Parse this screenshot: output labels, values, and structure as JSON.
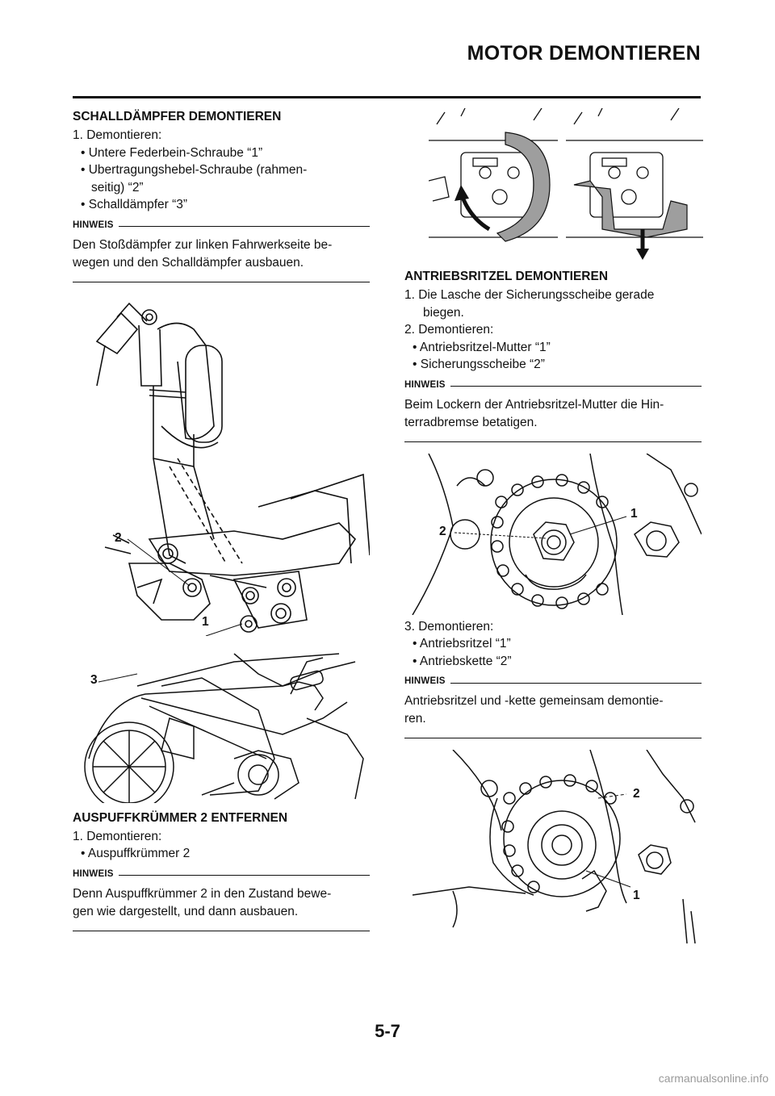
{
  "header": {
    "title": "MOTOR DEMONTIEREN"
  },
  "left": {
    "sec1": {
      "title": "SCHALLDÄMPFER DEMONTIEREN",
      "step1": "1.  Demontieren:",
      "b1": "• Untere Federbein-Schraube “1”",
      "b2a": "• Ubertragungshebel-Schraube (rahmen-",
      "b2b": "seitig)  “2”",
      "b3": "• Schalldämpfer “3”",
      "hinweis": "HINWEIS",
      "note1": "Den Stoßdämpfer zur linken Fahrwerkseite be-",
      "note2": "wegen und den Schalldämpfer ausbauen."
    },
    "fig1": {
      "c2": "2",
      "c1": "1"
    },
    "fig2": {
      "c3": "3"
    },
    "sec2": {
      "title": "AUSPUFFKRÜMMER 2 ENTFERNEN",
      "step1": "1.  Demontieren:",
      "b1": "• Auspuffkrümmer 2",
      "hinweis": "HINWEIS",
      "note1": "Denn Auspuffkrümmer 2 in den Zustand bewe-",
      "note2": "gen wie dargestellt, und dann ausbauen."
    }
  },
  "right": {
    "sec3": {
      "title": "ANTRIEBSRITZEL DEMONTIEREN",
      "step1a": "1.  Die Lasche der Sicherungsscheibe gerade",
      "step1b": "biegen.",
      "step2": "2.  Demontieren:",
      "b1": "• Antriebsritzel-Mutter “1”",
      "b2": "• Sicherungsscheibe “2”",
      "hinweis": "HINWEIS",
      "note1": "Beim Lockern der Antriebsritzel-Mutter die Hin-",
      "note2": "terradbremse betatigen."
    },
    "fig4": {
      "c1": "1",
      "c2": "2"
    },
    "sec4": {
      "step3": "3.  Demontieren:",
      "b1": "• Antriebsritzel “1”",
      "b2": "• Antriebskette “2”",
      "hinweis": "HINWEIS",
      "note1": "Antriebsritzel und -kette gemeinsam demontie-",
      "note2": "ren."
    },
    "fig5": {
      "c2": "2",
      "c1": "1"
    }
  },
  "footer": {
    "page_number": "5-7",
    "watermark": "carmanualsonline.info"
  }
}
